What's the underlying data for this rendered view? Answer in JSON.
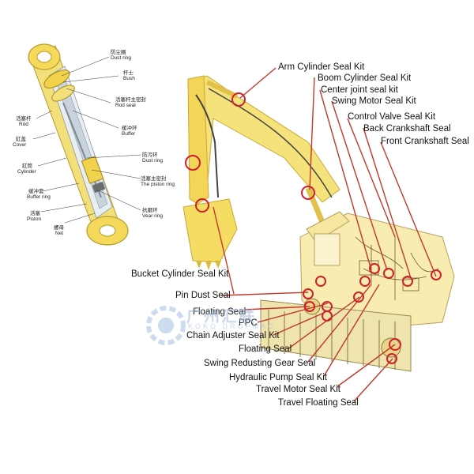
{
  "cylinder_labels": {
    "dust_ring_cn": "防尘圈",
    "dust_ring_en": "Dust ring",
    "bush_cn": "杆士",
    "bush_en": "Bush",
    "rod_seal_cn": "活塞杆主密封",
    "rod_seal_en": "Rod seal",
    "buffer_cn": "缓冲环",
    "buffer_en": "Buffer",
    "dust_ring2_cn": "防污环",
    "dust_ring2_en": "Dust ring",
    "piston_ring_cn": "活塞主密封",
    "piston_ring_en": "The piston ring",
    "wear_ring_cn": "抗磨环",
    "wear_ring_en": "Vear ring",
    "rod_cn": "活塞杆",
    "rod_en": "Rod",
    "cover_cn": "缸盖",
    "cover_en": "Cover",
    "cylinder_cn": "缸筒",
    "cylinder_en": "Cylinder",
    "buffer_ring_cn": "缓冲套",
    "buffer_ring_en": "Buffer ring",
    "piston_cn": "活塞",
    "piston_en": "Piston",
    "nut_cn": "螺母",
    "nut_en": "Net"
  },
  "callouts": {
    "arm_cylinder": "Arm Cylinder Seal Kit",
    "boom_cylinder": "Boom Cylinder Seal Kit",
    "center_joint": "Center joint seal kit",
    "swing_motor": "Swing Motor Seal Kit",
    "control_valve": "Control Valve Seal Kit",
    "back_crankshaft": "Back Crankshaft Seal",
    "front_crankshaft": "Front Crankshaft Seal",
    "bucket_cylinder": "Bucket Cylinder Seal Kit",
    "pin_dust": "Pin Dust Seal",
    "floating_seal_1": "Floating Seal",
    "ppc": "PPC",
    "chain_adjuster": "Chain Adjuster Seal Kit",
    "floating_seal_2": "Floating Seal",
    "swing_reducing": "Swing Redusting Gear Seal",
    "hydraulic_pump": "Hydraulic Pump Seal Kit",
    "travel_motor": "Travel Motor Seal Kit",
    "travel_floating": "Travel Floating Seal"
  },
  "watermark": {
    "cn": "广州汇联",
    "en": "KOKO DROPMAC"
  },
  "colors": {
    "yellow": "#f6e27a",
    "yellow_dark": "#d9b93a",
    "red_line": "#c0392b",
    "circle": "#d0202a"
  }
}
